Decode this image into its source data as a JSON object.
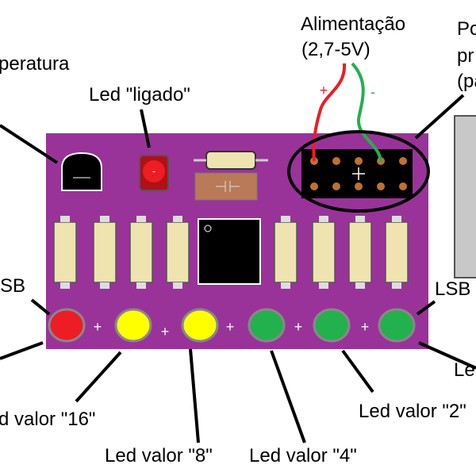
{
  "labels": {
    "power_title": "Alimentação",
    "power_range": "(2,7-5V)",
    "power_plus": "+",
    "power_minus": "-",
    "port_line1": "Po",
    "port_line2": "pr",
    "port_line3": "(pa",
    "temperature": "peratura",
    "led_on": "Led \"ligado\"",
    "lsb_left": "SB",
    "lsb_right": "LSB",
    "led16": "d valor \"16\"",
    "led8": "Led valor \"8\"",
    "led4": "Led valor \"4\"",
    "led2": "Led valor \"2\"",
    "led_right": "Le",
    "plus_sign": "+",
    "minus_sign": "-"
  },
  "colors": {
    "board": "#993399",
    "led_red": "#ee1c24",
    "led_yellow": "#ffff00",
    "led_green": "#22b14c",
    "wire_red": "#ee1c24",
    "wire_green": "#22b14c",
    "resistor": "#efe4b0",
    "header_pin": "#c07030",
    "capacitor": "#b97a57"
  },
  "leds": [
    "red",
    "yellow",
    "yellow",
    "green",
    "green",
    "green"
  ]
}
